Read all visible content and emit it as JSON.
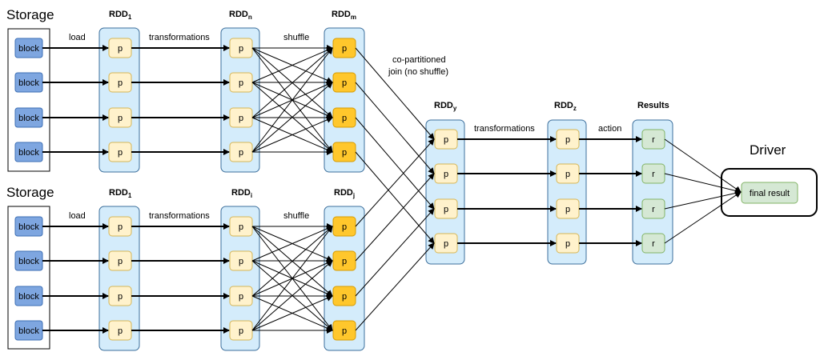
{
  "labels": {
    "storage": "Storage",
    "driver": "Driver",
    "load": "load",
    "transformations": "transformations",
    "shuffle": "shuffle",
    "co_partitioned_line1": "co-partitioned",
    "co_partitioned_line2": "join (no shuffle)",
    "action": "action",
    "results": "Results",
    "final_result": "final result"
  },
  "rdd_labels": {
    "rdd": "RDD",
    "sub_1": "1",
    "sub_n": "n",
    "sub_m": "m",
    "sub_i": "i",
    "sub_j": "j",
    "sub_y": "y",
    "sub_z": "z"
  },
  "items": {
    "block": "block",
    "partition": "p",
    "result": "r"
  },
  "colors": {
    "rdd_container": "#d4ecfb",
    "rdd_border": "#3c6f9c",
    "block_fill": "#7ea6e0",
    "block_border": "#3c6fb5",
    "partition_fill": "#fff2cc",
    "partition_border": "#d6b656",
    "shuffled_fill": "#ffc72c",
    "shuffled_border": "#d79b00",
    "result_fill": "#d5e8d4",
    "result_border": "#82b366"
  }
}
